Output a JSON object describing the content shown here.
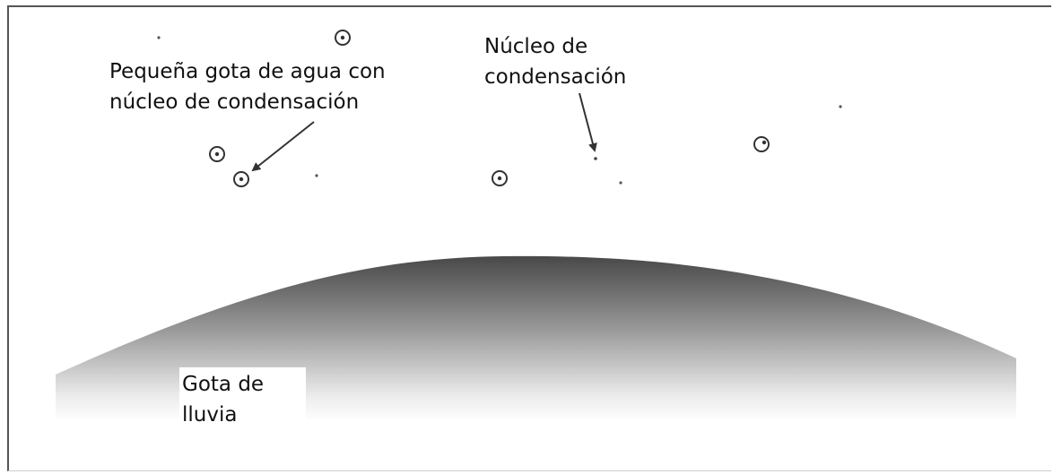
{
  "labels": {
    "small_droplet": "Pequeña gota de agua con\nnúcleo de condensación",
    "condensation_nucleus": "Núcleo de\ncondensación",
    "raindrop": "Gota de\nlluvia"
  },
  "colors": {
    "ink": "#333333",
    "raindrop_top": "#4a4a4a",
    "raindrop_bottom": "#ffffff"
  }
}
